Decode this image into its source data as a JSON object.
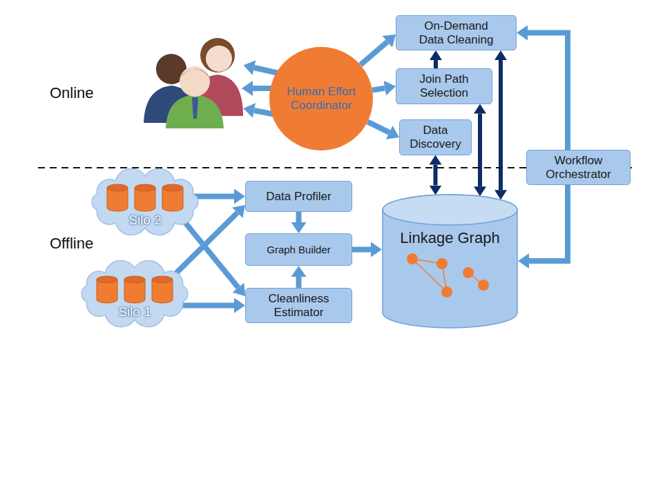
{
  "diagram": {
    "nodes": [
      {
        "text": [
          "Human Effort Coordinator"
        ]
      },
      {
        "text": [
          "On-Demand Data Cleaning"
        ]
      },
      {
        "text": [
          "Join Path Selection"
        ]
      },
      {
        "text": [
          "Data Discovery"
        ]
      },
      {
        "text": [
          "Workflow Orchestrator"
        ]
      },
      {
        "text": [
          "Data Profiler"
        ]
      },
      {
        "text": [
          "Graph Builder"
        ]
      },
      {
        "text": [
          "Cleanliness Estimator"
        ]
      },
      {
        "text": [
          "Linkage Graph"
        ]
      },
      {
        "text": [
          "Silo 2"
        ]
      },
      {
        "text": [
          "Silo 1"
        ]
      }
    ],
    "edges": [
      {
        "from": 0,
        "to": 1,
        "arrow": "to"
      },
      {
        "from": 0,
        "to": 2,
        "arrow": "to"
      },
      {
        "from": 0,
        "to": 3,
        "arrow": "to"
      },
      {
        "from": 2,
        "to": 1,
        "arrow": "to"
      },
      {
        "from": 3,
        "to": 8,
        "arrow": "both"
      },
      {
        "from": 2,
        "to": 8,
        "arrow": "both"
      },
      {
        "from": 1,
        "to": 8,
        "arrow": "both"
      },
      {
        "from": 4,
        "to": 1,
        "arrow": "to"
      },
      {
        "from": 4,
        "to": 8,
        "arrow": "to"
      },
      {
        "from": 9,
        "to": 5,
        "arrow": "to"
      },
      {
        "from": 9,
        "to": 7,
        "arrow": "to"
      },
      {
        "from": 10,
        "to": 5,
        "arrow": "to"
      },
      {
        "from": 10,
        "to": 7,
        "arrow": "to"
      },
      {
        "from": 5,
        "to": 6,
        "arrow": "to"
      },
      {
        "from": 7,
        "to": 6,
        "arrow": "to"
      },
      {
        "from": 6,
        "to": 8,
        "arrow": "to"
      }
    ],
    "labels": [
      "Online",
      "Offline"
    ]
  }
}
